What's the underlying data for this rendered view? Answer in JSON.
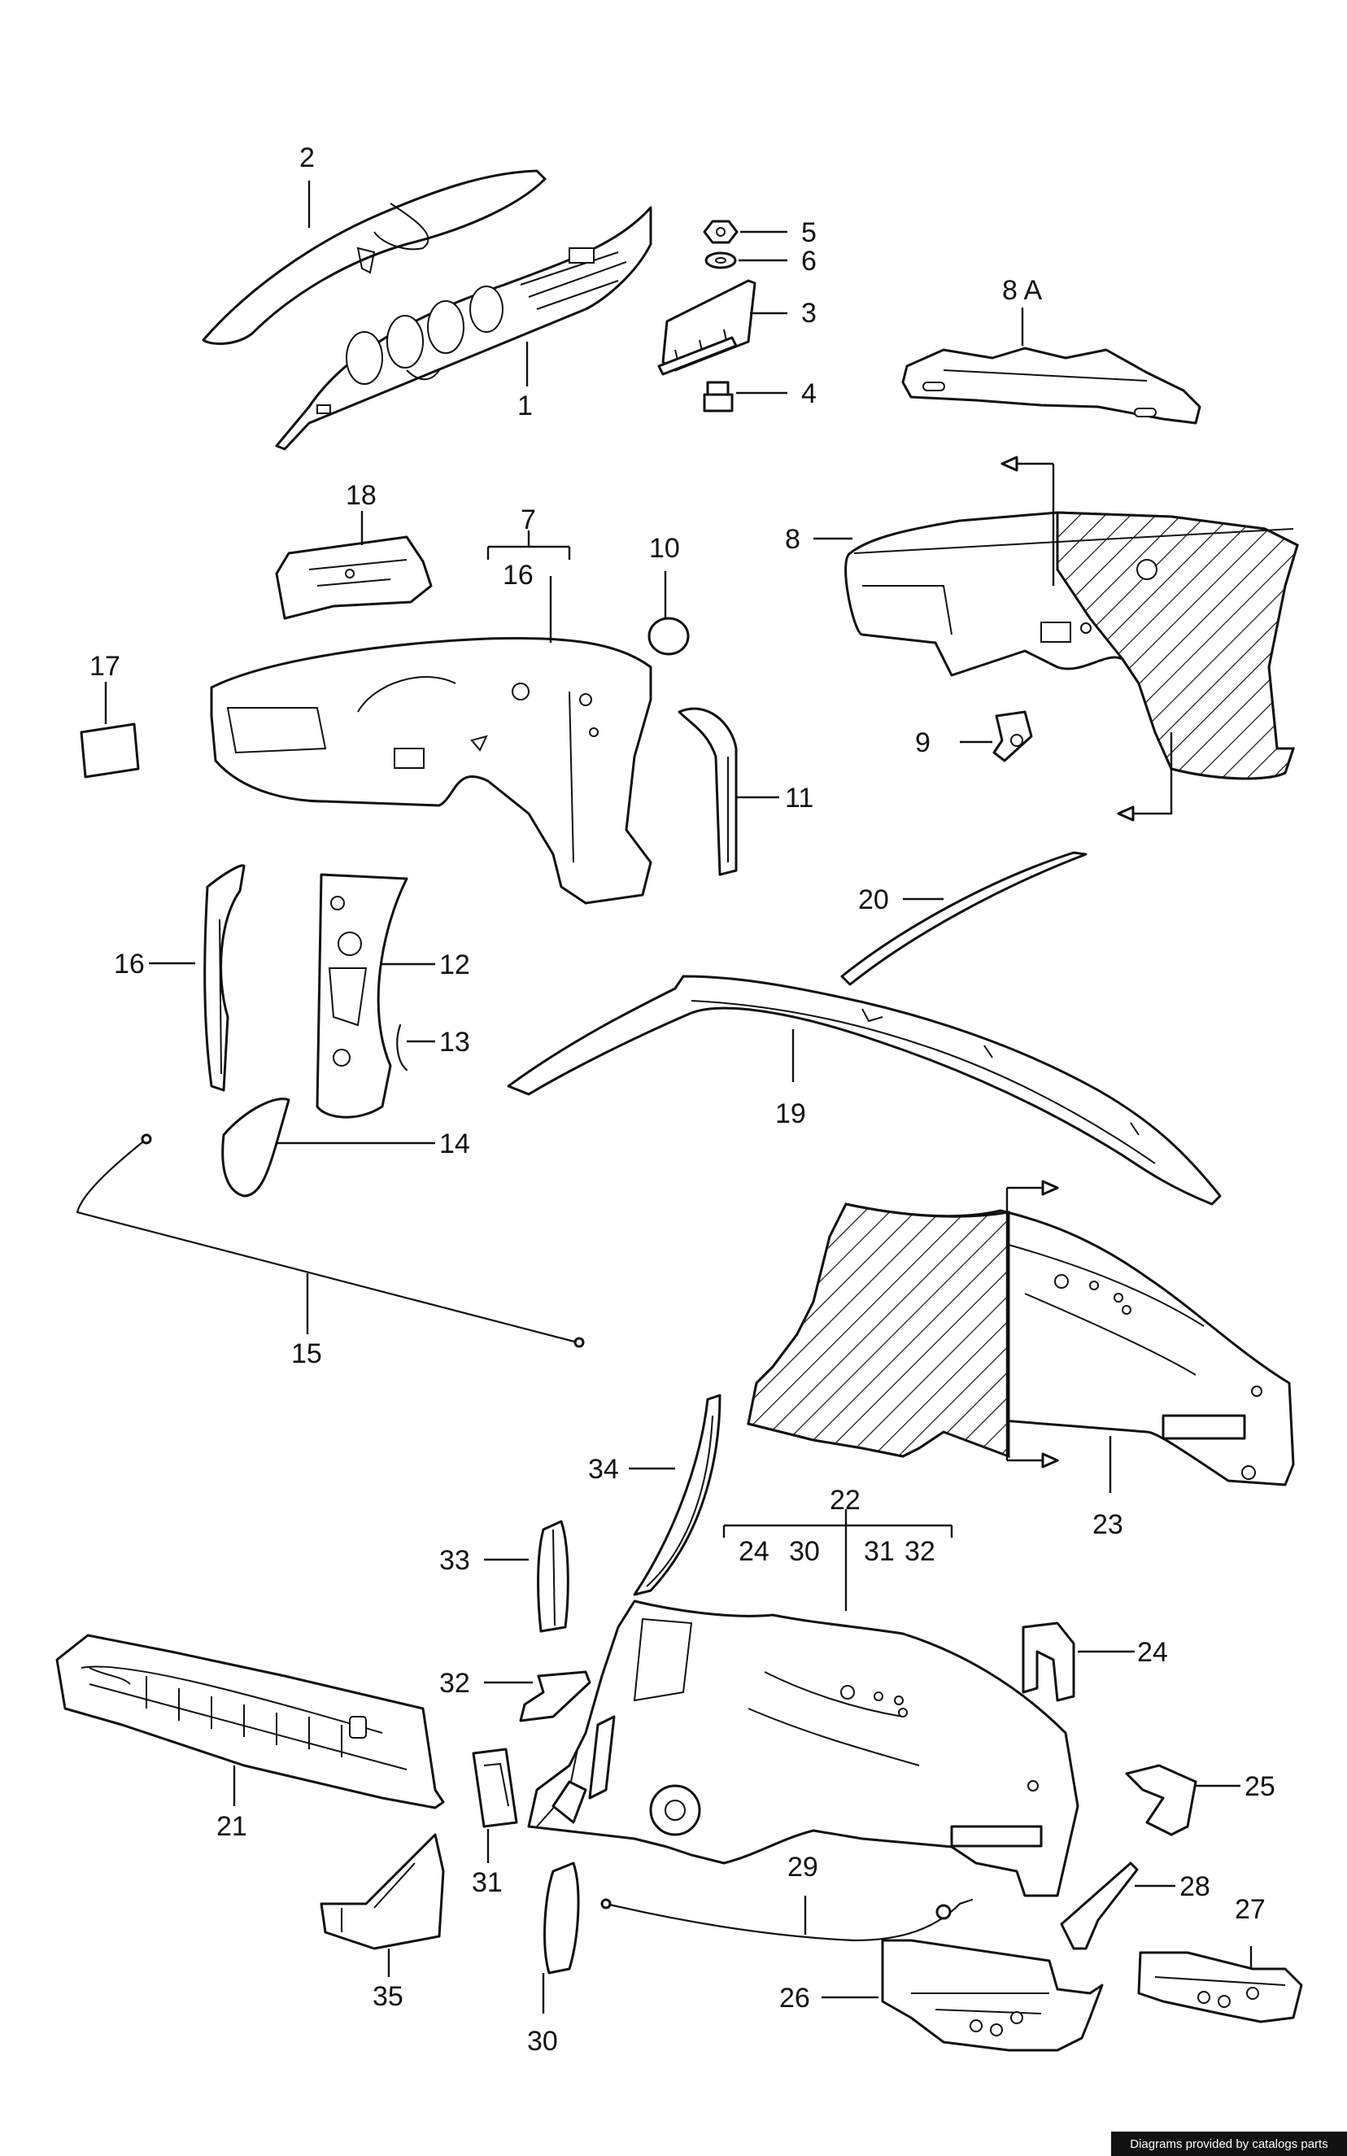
{
  "credit_text": "Diagrams provided by catalogs parts",
  "labels": {
    "l1": "1",
    "l2": "2",
    "l3": "3",
    "l4": "4",
    "l5": "5",
    "l6": "6",
    "l7": "7",
    "l8": "8",
    "l8a": "8 A",
    "l9": "9",
    "l10": "10",
    "l11": "11",
    "l12": "12",
    "l13": "13",
    "l14": "14",
    "l15": "15",
    "l16a": "16",
    "l16b": "16",
    "l17": "17",
    "l18": "18",
    "l19": "19",
    "l20": "20",
    "l21": "21",
    "l22": "22",
    "l23": "23",
    "l24": "24",
    "l24b": "24",
    "l25": "25",
    "l26": "26",
    "l27": "27",
    "l28": "28",
    "l29": "29",
    "l30": "30",
    "l30b": "30",
    "l31": "31",
    "l31b": "31",
    "l32": "32",
    "l32b": "32",
    "l33": "33",
    "l34": "34",
    "l35": "35"
  }
}
